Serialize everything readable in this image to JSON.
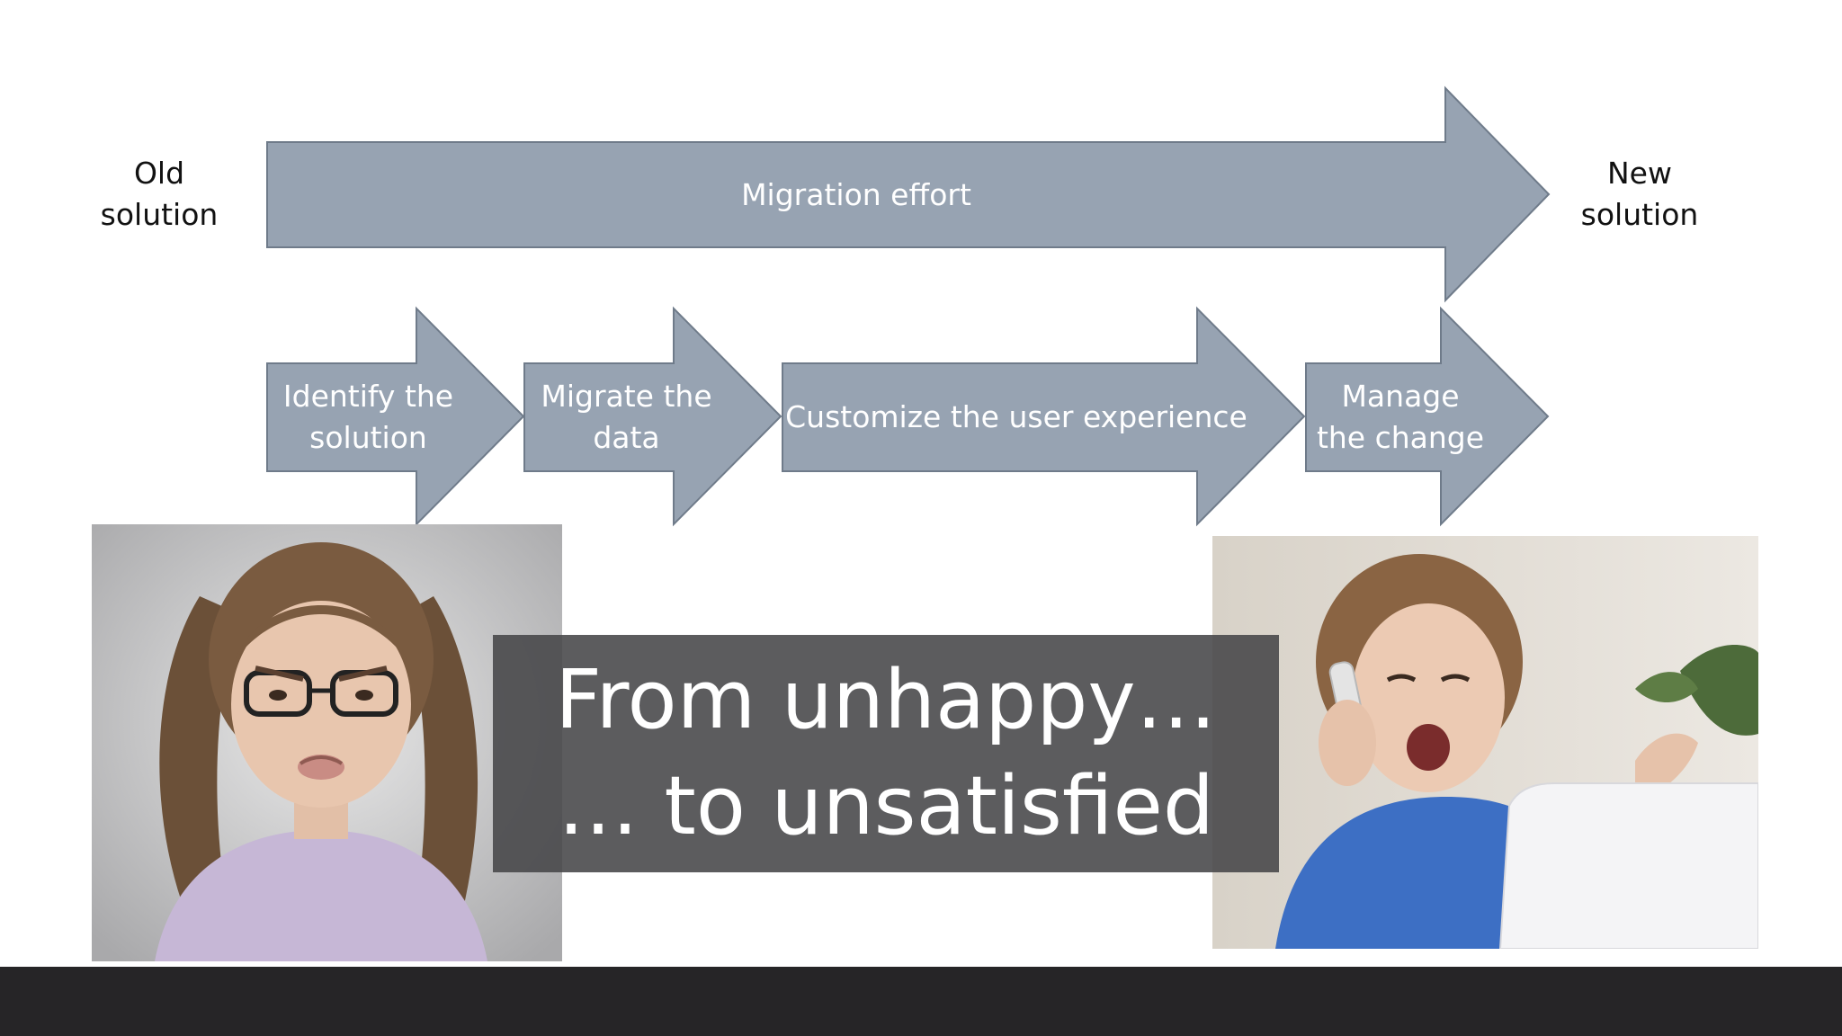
{
  "endpoints": {
    "old": [
      "Old",
      "solution"
    ],
    "new": [
      "New",
      "solution"
    ]
  },
  "main_arrow": {
    "label": "Migration effort"
  },
  "steps": [
    {
      "lines": [
        "Identify the",
        "solution"
      ]
    },
    {
      "lines": [
        "Migrate the",
        "data"
      ]
    },
    {
      "lines": [
        "Customize the user experience"
      ]
    },
    {
      "lines": [
        "Manage",
        "the change"
      ]
    }
  ],
  "overlay": {
    "lines": [
      "From unhappy…",
      "… to unsatisfied"
    ]
  },
  "images": {
    "left": "photo of a frowning young girl with glasses and pigtails",
    "right": "photo of a frustrated woman shouting into a phone at a laptop"
  },
  "colors": {
    "arrow_fill": "#97a3b2",
    "arrow_stroke": "#6f7b8a",
    "overlay": "#464648",
    "footer": "#262527"
  }
}
